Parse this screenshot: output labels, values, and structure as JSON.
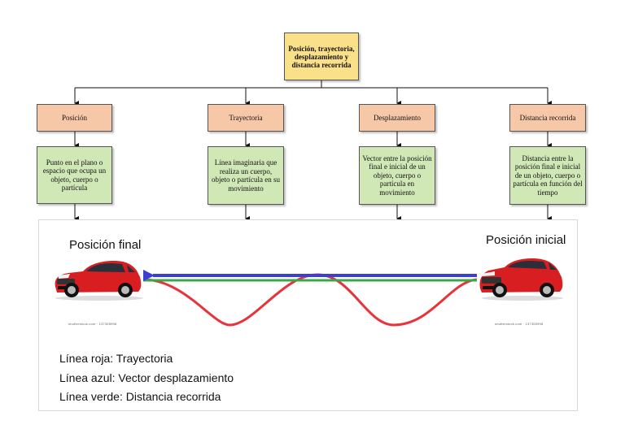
{
  "root": {
    "title": "Posición, trayectoria, desplazamiento y distancia recorrida"
  },
  "categories": [
    {
      "label": "Posición",
      "description": "Punto en el plano o espacio que ocupa un objeto, cuerpo o partícula"
    },
    {
      "label": "Trayectoria",
      "description": "Línea imaginaria que realiza un cuerpo, objeto o partícula en su movimiento"
    },
    {
      "label": "Desplazamiento",
      "description": "Vector entre la posición final e inicial de un objeto, cuerpo o partícula en movimiento"
    },
    {
      "label": "Distancia recorrida",
      "description": "Distancia entre la posición final e inicial de un objeto, cuerpo o partícula en función del tiempo"
    }
  ],
  "illustration": {
    "final_label": "Posición final",
    "initial_label": "Posición inicial",
    "car_caption_left": "shutterstock.com · 137355998",
    "car_caption_right": "shutterstock.com · 137355998",
    "legend": [
      "Línea roja: Trayectoria",
      "Línea azul: Vector desplazamiento",
      "Línea verde: Distancia recorrida"
    ],
    "colors": {
      "trajectory": "#e8333a",
      "displacement": "#3b3fd6",
      "distance": "#3aa84a",
      "car": "#d91e22"
    }
  }
}
